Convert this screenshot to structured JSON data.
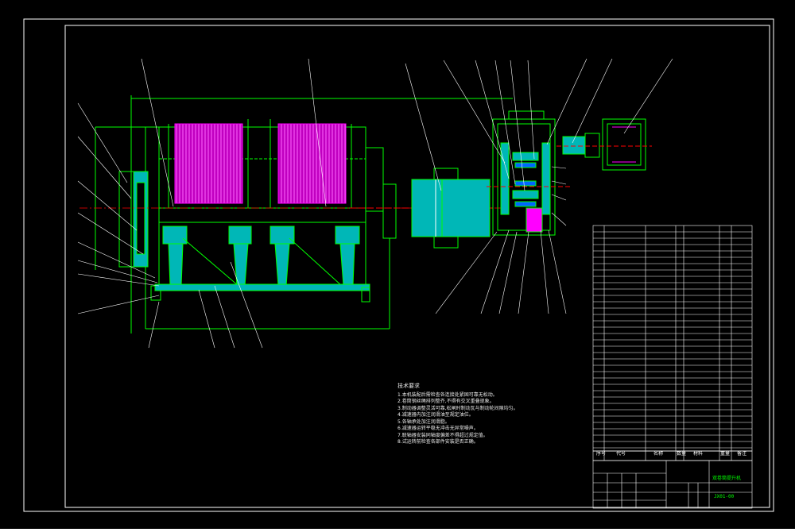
{
  "drawing": {
    "notes_title": "技术要求",
    "notes": [
      "1.本机装配后需检查各连接处紧固可靠无松动。",
      "2.卷筒钢丝绳排列整齐,不得有交叉重叠现象。",
      "3.制动器调整灵活可靠,松闸时制动瓦与制动轮间隙均匀。",
      "4.减速器内加注润滑油至规定油位。",
      "5.各轴承处加注润滑脂。",
      "6.减速器运转平稳无冲击无异常噪声。",
      "7.联轴器安装同轴度偏差不得超过规定值。",
      "8.试运转前检查各部件安装是否正确。"
    ],
    "parts_header": {
      "col_no": "序号",
      "col_code": "代号",
      "col_name": "名称",
      "col_qty": "数量",
      "col_material": "材料",
      "col_weight": "重量",
      "col_remark": "备注"
    },
    "title_block": {
      "drawing_title": "双卷筒提升机",
      "drawing_no": "JX01-00"
    }
  },
  "colors": {
    "background": "#000000",
    "frame": "#ffffff",
    "lines": "#00ff00",
    "hatch": "#ff00ff",
    "centerline": "#ff0000",
    "text": "#ffffff"
  }
}
